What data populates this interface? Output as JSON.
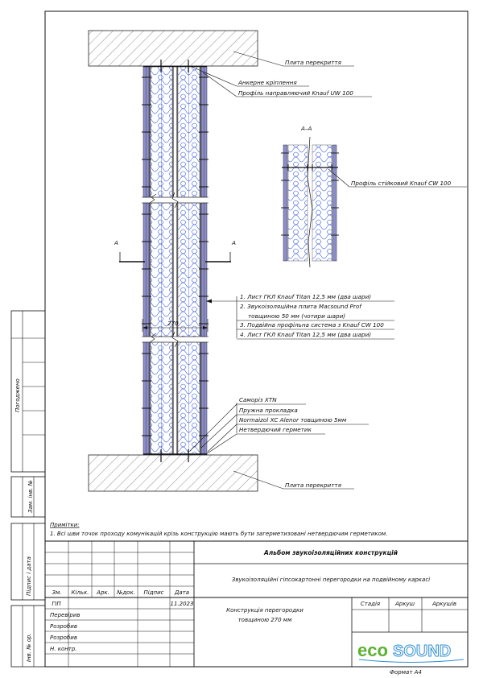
{
  "labels": {
    "slab_top": "Плита перекриття",
    "anchor": "Анкерне кріплення",
    "uw_profile": "Профіль направляючий Knauf UW 100",
    "section": "А–А",
    "cw_profile": "Профіль стійковий Knauf CW 100",
    "cut_mark": "А",
    "dimension": "270",
    "layer_1": "1. Лист ГКЛ Knauf Titan 12,5 мм (два шари)",
    "layer_2a": "2. Звукоізоляційна плита Macsound Prof",
    "layer_2b": "товщиною 50 мм (чотири шари)",
    "layer_3": "3. Подвійна профільна система з Knauf CW 100",
    "layer_4": "4. Лист ГКЛ Knauf Titan 12,5 мм (два шари)",
    "screw": "Саморіз XTN",
    "gasket": "Пружна прокладка",
    "normaizol": "Normaizol XC Alenor товщиною 5мм",
    "sealant": "Нетвердючий герметик",
    "slab_bottom": "Плита перекриття"
  },
  "side": {
    "approved": "Погоджено",
    "inv_replace": "Зам. інв. №",
    "sign_date": "Підпис і дата",
    "inv_orig": "Інв. № ор."
  },
  "notes": {
    "title": "Примітки:",
    "text": "1. Всі шви точок проходу комунікацій крізь конструкцію мають бути загерметизовані нетвердючим герметиком."
  },
  "title_block": {
    "album": "Альбом звукоізоляційних конструкцій",
    "project": "Звукоізоляційні гіпсокартонні перегородки на подвійному каркасі",
    "drawing": "Конструкція перегородки",
    "drawing2": "товщиною 270 мм",
    "headers": [
      "Зм.",
      "Кільк.",
      "Арк.",
      "№док.",
      "Підпис",
      "Дата"
    ],
    "gip": "ГІП",
    "date": "11.2023",
    "roles": [
      "Перевірив",
      "Розробив",
      "Розробив",
      "Н. контр."
    ],
    "stage": "Стадія",
    "sheet": "Аркуш",
    "sheets": "Аркушів",
    "logo_eco": "eco",
    "logo_sound": "SOUND",
    "format": "Формат А4"
  },
  "colors": {
    "drywall": "#8d8dcc",
    "insulation": "#2a4fd6",
    "profile": "#222222",
    "logo_green": "#5bb133",
    "logo_blue": "#2e8fd1"
  }
}
